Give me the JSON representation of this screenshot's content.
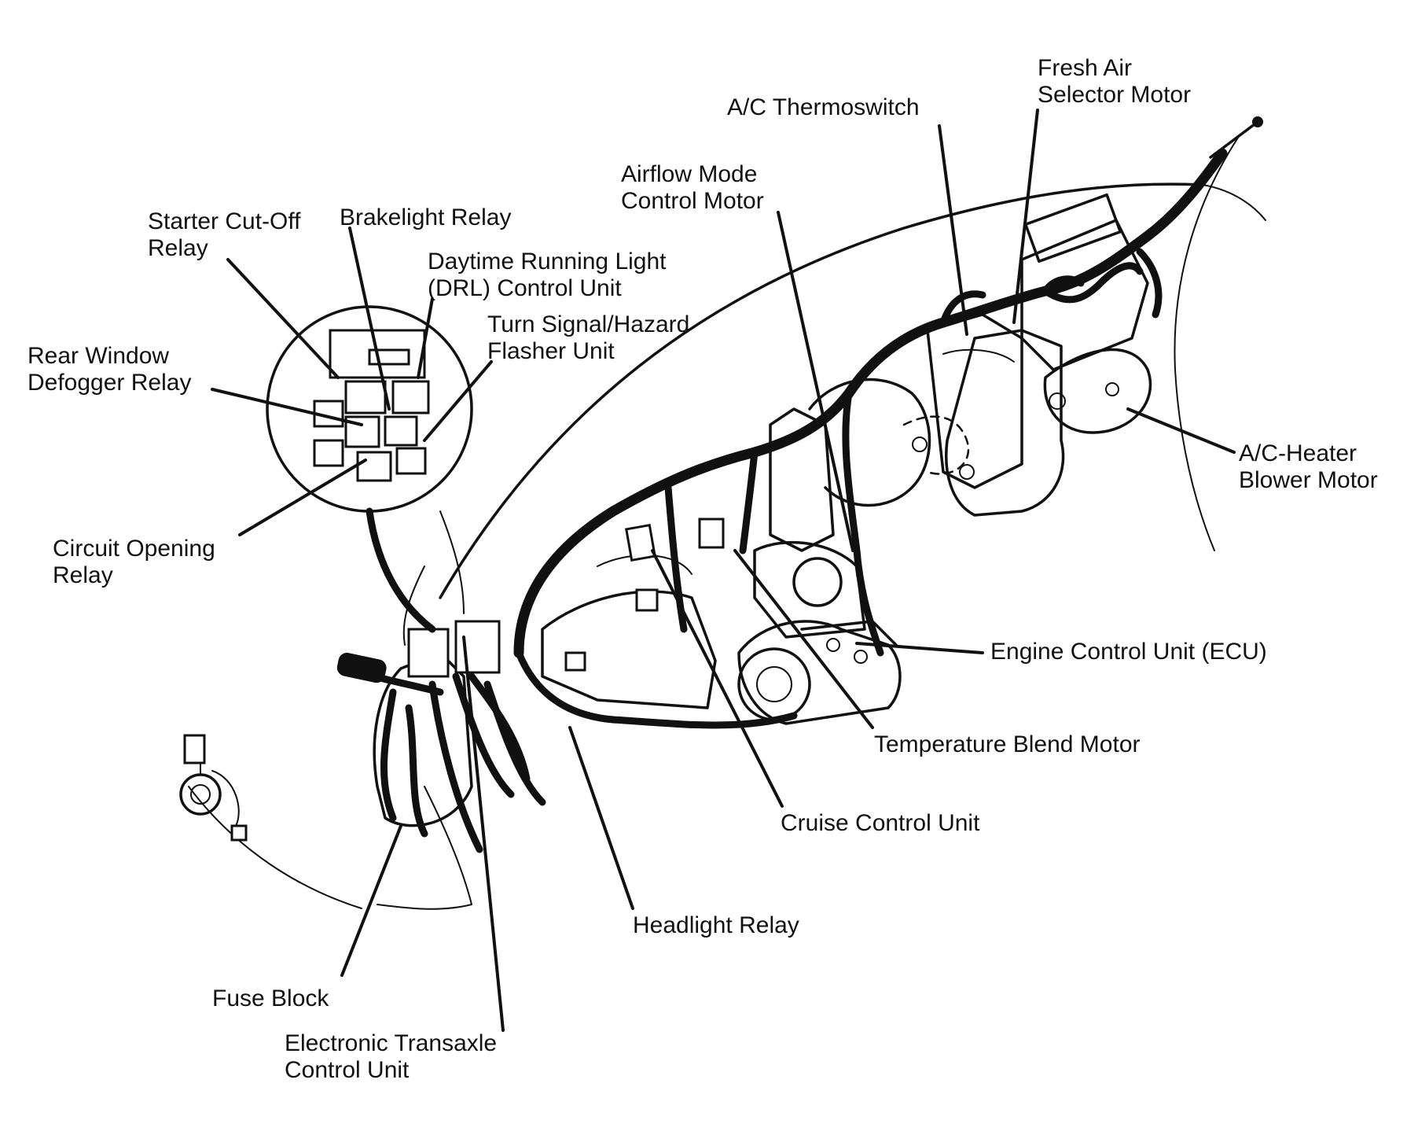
{
  "ink_color": "#111111",
  "background_color": "#ffffff",
  "labels": {
    "fresh_air_selector_motor": [
      "Fresh Air",
      "Selector Motor"
    ],
    "ac_thermoswitch": [
      "A/C Thermoswitch"
    ],
    "airflow_mode_control_motor": [
      "Airflow Mode",
      "Control Motor"
    ],
    "starter_cut_off_relay": [
      "Starter Cut-Off",
      "Relay"
    ],
    "brakelight_relay": [
      "Brakelight Relay"
    ],
    "drl_control_unit": [
      "Daytime Running Light",
      "(DRL) Control Unit"
    ],
    "turn_signal_hazard_flasher": [
      "Turn Signal/Hazard",
      "Flasher Unit"
    ],
    "rear_window_defogger_relay": [
      "Rear Window",
      "Defogger Relay"
    ],
    "circuit_opening_relay": [
      "Circuit Opening",
      "Relay"
    ],
    "ac_heater_blower_motor": [
      "A/C-Heater",
      "Blower Motor"
    ],
    "engine_control_unit": [
      "Engine Control Unit (ECU)"
    ],
    "temperature_blend_motor": [
      "Temperature Blend Motor"
    ],
    "cruise_control_unit": [
      "Cruise Control Unit"
    ],
    "headlight_relay": [
      "Headlight Relay"
    ],
    "fuse_block": [
      "Fuse Block"
    ],
    "electronic_transaxle_control_unit": [
      "Electronic Transaxle",
      "Control Unit"
    ]
  }
}
